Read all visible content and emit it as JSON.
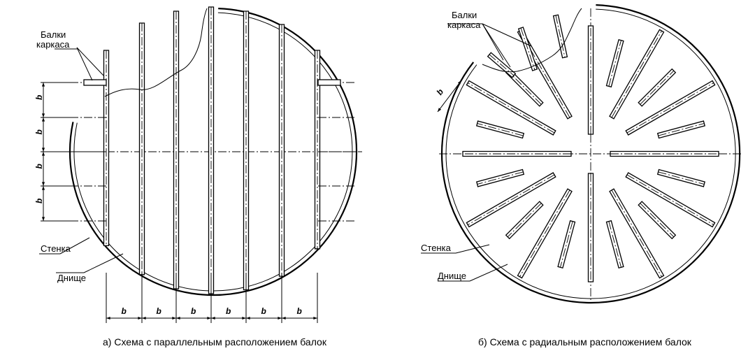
{
  "left_diagram": {
    "label_beams": [
      "Балки",
      "каркаса"
    ],
    "label_wall": "Стенка",
    "label_bottom": "Днище",
    "dim_symbol": "b",
    "caption": "а) Схема с параллельным расположением балок"
  },
  "right_diagram": {
    "label_beams": [
      "Балки",
      "каркаса"
    ],
    "label_wall": "Стенка",
    "label_bottom": "Днище",
    "dim_symbol": "b",
    "caption": "б) Схема с радиальным расположением балок"
  }
}
